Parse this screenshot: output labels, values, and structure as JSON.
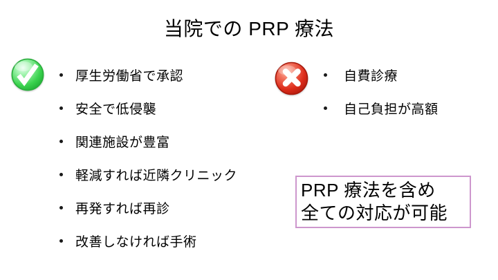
{
  "slide": {
    "title": "当院での PRP 療法",
    "pros": {
      "icon": "green-check",
      "items": [
        "厚生労働省で承認",
        "安全で低侵襲",
        "関連施設が豊富",
        "軽減すれば近隣クリニック",
        "再発すれば再診",
        "改善しなければ手術"
      ]
    },
    "cons": {
      "icon": "red-cross",
      "items": [
        "自費診療",
        "自己負担が高額"
      ]
    },
    "callout": {
      "lines": [
        "PRP 療法を含め",
        "全ての対応が可能"
      ]
    },
    "colors": {
      "background": "#FFFFFF",
      "text": "#000000",
      "check_green": "#3BD34F",
      "cross_red": "#DD2C1A",
      "callout_border": "#CD96CD"
    }
  }
}
